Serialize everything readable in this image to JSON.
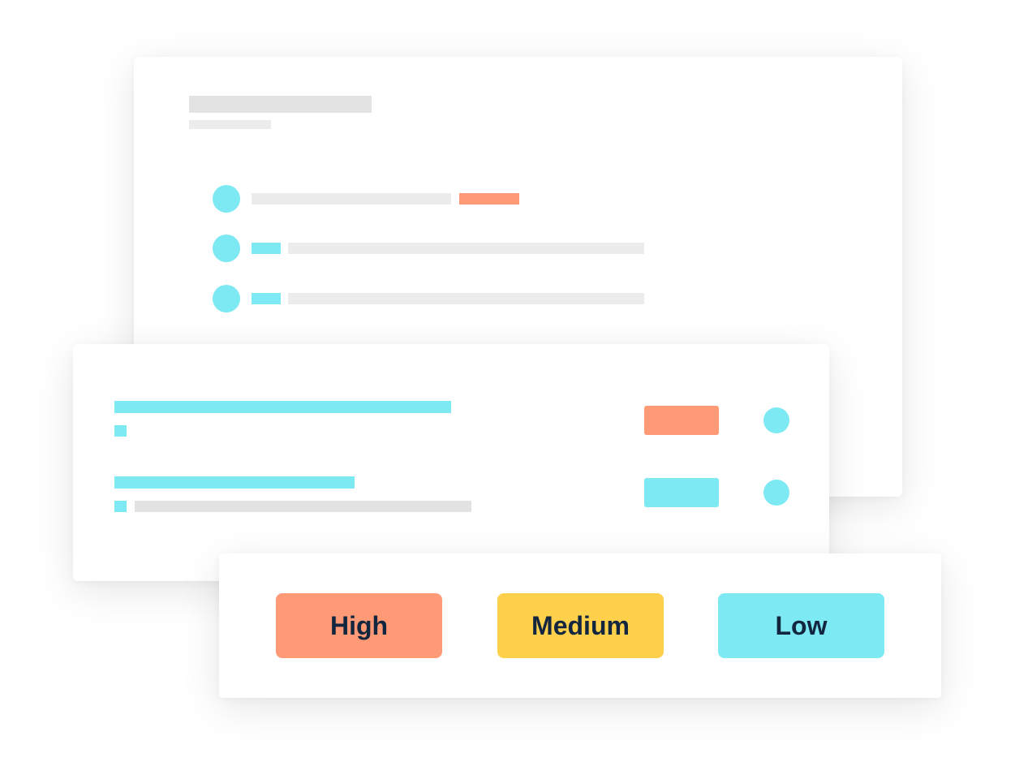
{
  "priority_chips": [
    {
      "label": "High",
      "color": "#ff9a76"
    },
    {
      "label": "Medium",
      "color": "#ffd04b"
    },
    {
      "label": "Low",
      "color": "#7ce9f3"
    }
  ],
  "colors": {
    "accent_cyan": "#7ce9f3",
    "accent_orange": "#ff9a76",
    "accent_yellow": "#ffd04b",
    "placeholder_grey": "#e3e3e3",
    "text_dark": "#12263f"
  }
}
